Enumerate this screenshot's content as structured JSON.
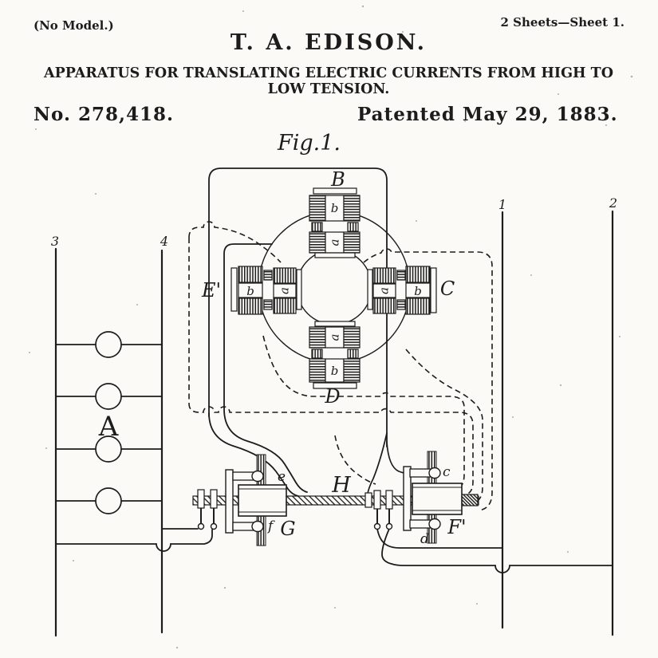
{
  "colors": {
    "paper": "#fbfaf7",
    "ink": "#1c1c1c"
  },
  "header": {
    "no_model": "(No Model.)",
    "sheet_info": "2 Sheets—Sheet 1.",
    "inventor": "T. A. EDISON.",
    "title_line1": "APPARATUS FOR TRANSLATING ELECTRIC CURRENTS FROM HIGH TO",
    "title_line2": "LOW TENSION.",
    "patent_number": "No. 278,418.",
    "patent_date": "Patented May 29, 1883.",
    "figure_label": "Fig.1."
  },
  "figure": {
    "coils": {
      "top": {
        "group_label": "B",
        "outer_winding": "b",
        "inner_winding": "a"
      },
      "right": {
        "group_label": "C",
        "outer_winding": "b",
        "inner_winding": "a"
      },
      "bottom": {
        "group_label": "D",
        "outer_winding": "b",
        "inner_winding": "a"
      },
      "left": {
        "group_label": "E'",
        "outer_winding": "b",
        "inner_winding": "a"
      }
    },
    "lamp_bank_label": "A",
    "shaft_label": "H",
    "pole_changers": {
      "left": {
        "label": "G",
        "upper_contact": "e",
        "lower_contact": "f"
      },
      "right": {
        "label": "F'",
        "upper_contact": "c",
        "lower_contact": "d"
      }
    },
    "line_wires": {
      "w1": "1",
      "w2": "2",
      "w3": "3",
      "w4": "4"
    }
  }
}
